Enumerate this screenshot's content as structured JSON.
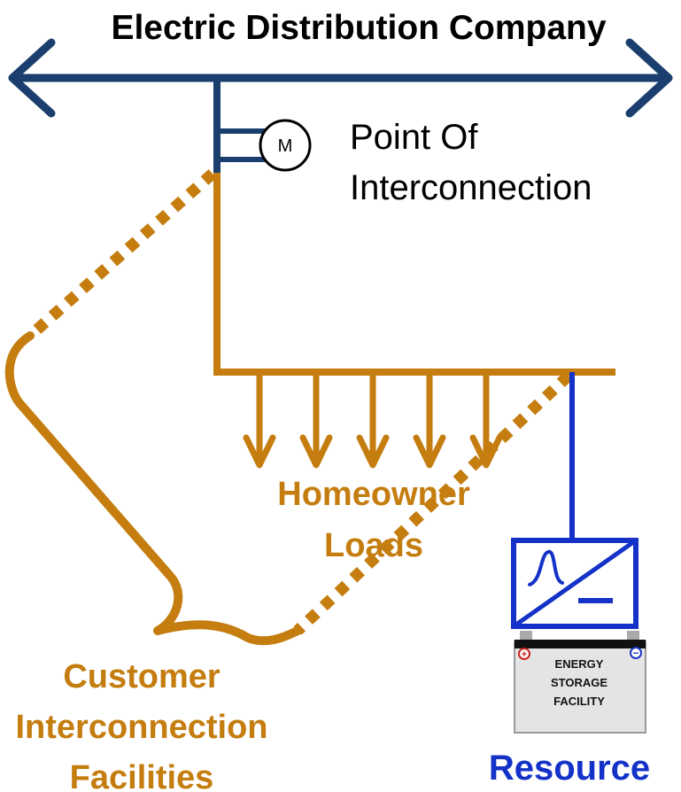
{
  "title": "Electric Distribution Company",
  "meter_label": "M",
  "poi": {
    "line1": "Point Of",
    "line2": "Interconnection"
  },
  "loads": {
    "line1": "Homeowner",
    "line2": "Loads"
  },
  "customer_facilities": {
    "line1": "Customer",
    "line2": "Interconnection",
    "line3": "Facilities"
  },
  "resource_label": "Resource",
  "battery": {
    "line1": "ENERGY",
    "line2": "STORAGE",
    "line3": "FACILITY",
    "plus": "+",
    "minus": "−"
  },
  "colors": {
    "utility_line": "#1a3f6e",
    "customer_line": "#c47d0e",
    "resource_line": "#1432c8",
    "battery_body": "#e4e4e4",
    "battery_top": "#111111",
    "plus_terminal": "#cc1e1e",
    "minus_terminal": "#1a36c8"
  },
  "load_arrow_count": 5
}
